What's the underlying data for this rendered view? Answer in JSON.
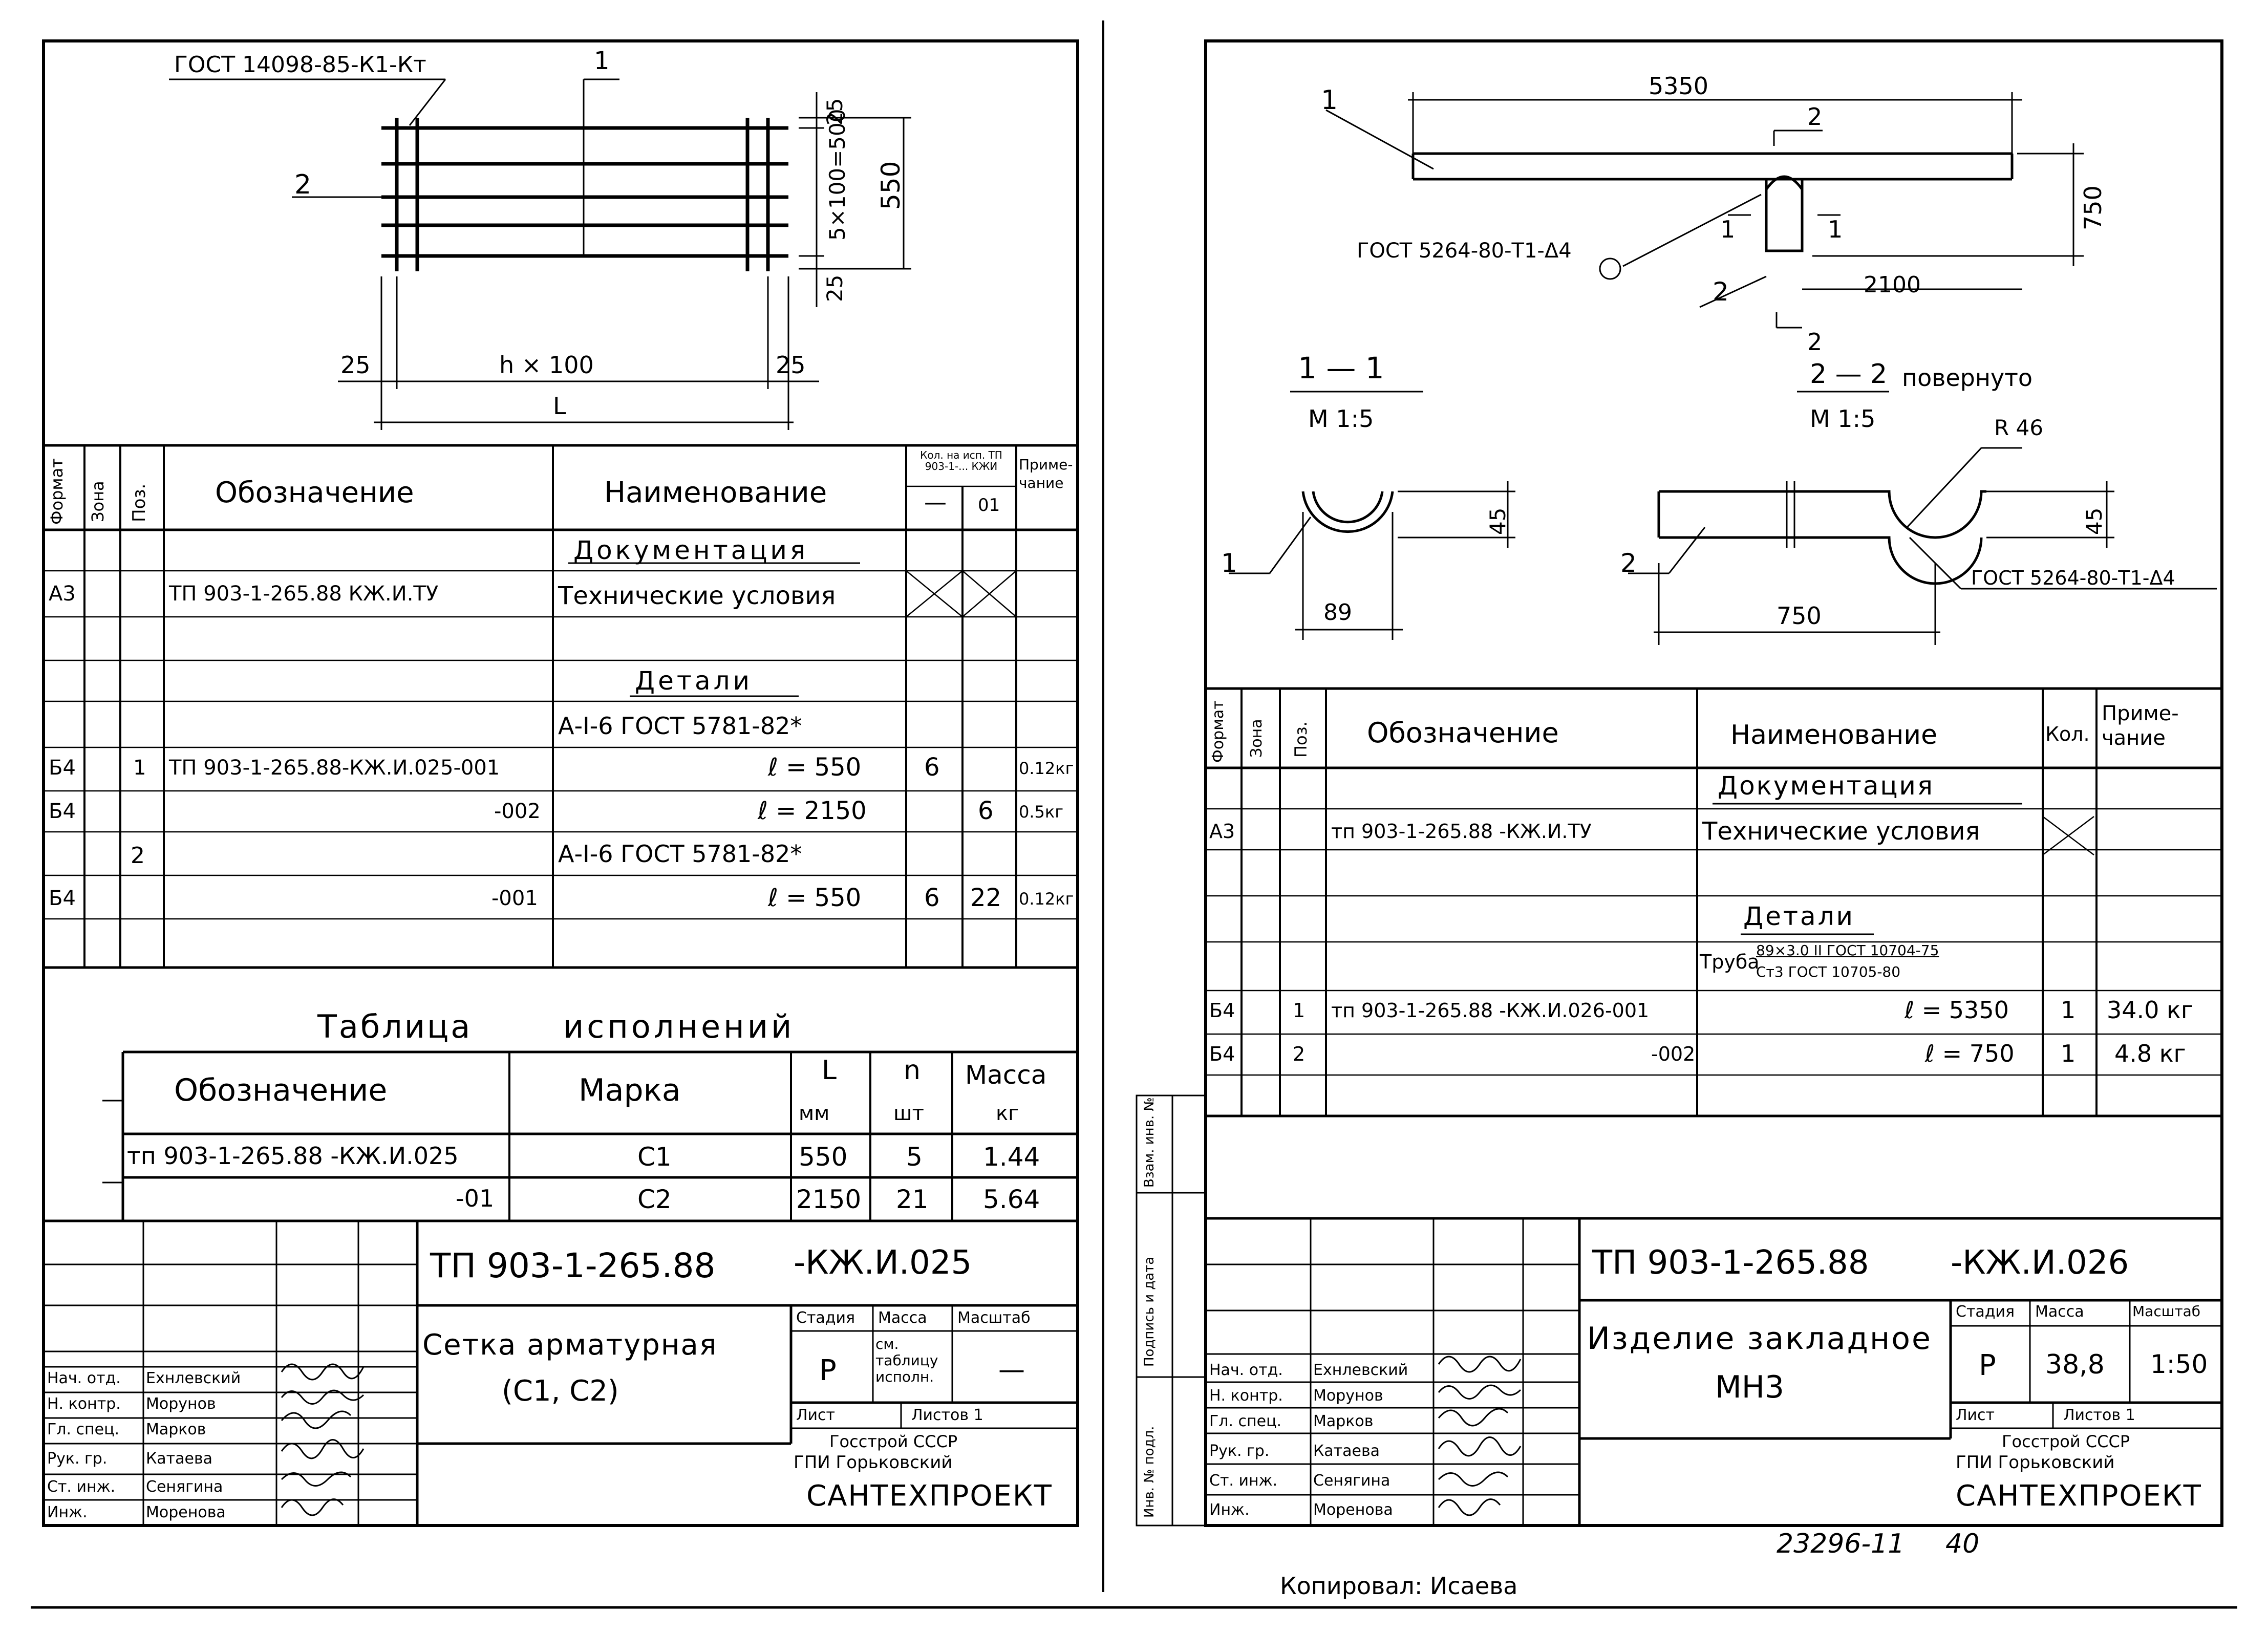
{
  "left_sheet": {
    "drawing": {
      "weld_note": "ГОСТ 14098-85-К1-Кт",
      "pos_1": "1",
      "pos_2": "2",
      "dim_top": "25",
      "dim_vertical_mid": "5×100=500",
      "dim_550": "550",
      "dim_bottom": "25",
      "dim_left_25": "25",
      "dim_h": "h × 100",
      "dim_right_25": "25",
      "dim_L": "L"
    },
    "spec": {
      "headers": {
        "format": "Формат",
        "zone": "Зона",
        "pos": "Поз.",
        "designation": "Обозначение",
        "name": "Наименование",
        "qty_group": "Кол. на исп. ТП 903-1-... КЖИ",
        "qty_a": "—",
        "qty_b": "01",
        "note": "Приме-чание"
      },
      "sections": {
        "documentation": "Документация",
        "details": "Детали"
      },
      "rows": [
        {
          "format": "А3",
          "pos": "",
          "designation": "ТП 903-1-265.88  КЖ.И.ТУ",
          "name": "Технические условия",
          "qa": "",
          "qb": "",
          "note": ""
        },
        {
          "format": "",
          "pos": "",
          "designation": "",
          "name": "А-I-6  ГОСТ 5781-82*",
          "qa": "",
          "qb": "",
          "note": ""
        },
        {
          "format": "Б4",
          "pos": "1",
          "designation": "ТП 903-1-265.88-КЖ.И.025-001",
          "name": "ℓ = 550",
          "qa": "6",
          "qb": "",
          "note": "0.12кг"
        },
        {
          "format": "Б4",
          "pos": "",
          "designation": "-002",
          "name": "ℓ = 2150",
          "qa": "",
          "qb": "6",
          "note": "0.5кг"
        },
        {
          "format": "",
          "pos": "2",
          "designation": "",
          "name": "А-I-6  ГОСТ 5781-82*",
          "qa": "",
          "qb": "",
          "note": ""
        },
        {
          "format": "Б4",
          "pos": "",
          "designation": "-001",
          "name": "ℓ = 550",
          "qa": "6",
          "qb": "22",
          "note": "0.12кг"
        }
      ]
    },
    "exec_table": {
      "title_a": "Таблица",
      "title_b": "исполнений",
      "headers": {
        "designation": "Обозначение",
        "mark": "Марка",
        "L": "L",
        "L_unit": "мм",
        "n": "n",
        "n_unit": "шт",
        "mass": "Масса",
        "mass_unit": "кг"
      },
      "rows": [
        {
          "designation": "тп 903-1-265.88 -КЖ.И.025",
          "mark": "С1",
          "L": "550",
          "n": "5",
          "mass": "1.44"
        },
        {
          "designation": "-01",
          "mark": "С2",
          "L": "2150",
          "n": "21",
          "mass": "5.64"
        }
      ]
    },
    "title_block": {
      "code": "ТП 903-1-265.88",
      "code_suffix": "-КЖ.И.025",
      "name_line1": "Сетка арматурная",
      "name_line2": "(С1, С2)",
      "stage_label": "Стадия",
      "mass_label": "Масса",
      "scale_label": "Масштаб",
      "stage": "Р",
      "mass_value": "см. таблицу исполн.",
      "scale_value": "—",
      "sheet_label": "Лист",
      "sheets_label": "Листов 1",
      "org1": "Госстрой СССР",
      "org2": "ГПИ Горьковский",
      "org3": "САНТЕХПРОЕКТ",
      "signers": [
        {
          "role": "Нач. отд.",
          "name": "Ехнлевский"
        },
        {
          "role": "Н. контр.",
          "name": "Морунов"
        },
        {
          "role": "Гл. спец.",
          "name": "Марков"
        },
        {
          "role": "Рук. гр.",
          "name": "Катаева"
        },
        {
          "role": "Ст. инж.",
          "name": "Сенягина"
        },
        {
          "role": "Инж.",
          "name": "Моренова"
        }
      ]
    }
  },
  "right_sheet": {
    "drawing": {
      "dim_5350": "5350",
      "pos_1": "1",
      "section_2_top": "2",
      "weld_note": "ГОСТ 5264-80-Т1-Δ4",
      "sec_1_left": "1",
      "sec_1_right": "1",
      "pos_2": "2",
      "dim_2100": "2100",
      "dim_750_v": "750",
      "section_2_bottom": "2",
      "view_1_title": "1 — 1",
      "view_1_scale": "М 1:5",
      "view_2_title": "2 — 2",
      "view_2_note": "повернуто",
      "view_2_scale": "М 1:5",
      "radius": "R 46",
      "dim_45_a": "45",
      "pos_1_b": "1",
      "dim_89": "89",
      "dim_45_b": "45",
      "pos_2_b": "2",
      "weld_note_2": "ГОСТ 5264-80-Т1-Δ4",
      "dim_750_h": "750"
    },
    "spec": {
      "headers": {
        "format": "Формат",
        "zone": "Зона",
        "pos": "Поз.",
        "designation": "Обозначение",
        "name": "Наименование",
        "qty": "Кол.",
        "note": "Приме-чание"
      },
      "sections": {
        "documentation": "Документация",
        "details": "Детали"
      },
      "pipe_prefix": "Труба",
      "pipe_top": "89×3.0 II ГОСТ 10704-75",
      "pipe_bottom": "Ст3      ГОСТ 10705-80",
      "rows": [
        {
          "format": "А3",
          "pos": "",
          "designation": "тп 903-1-265.88     -КЖ.И.ТУ",
          "name": "Технические условия",
          "qty": "",
          "note": ""
        },
        {
          "format": "Б4",
          "pos": "1",
          "designation": "тп 903-1-265.88  -КЖ.И.026-001",
          "name": "ℓ = 5350",
          "qty": "1",
          "note": "34.0 кг"
        },
        {
          "format": "Б4",
          "pos": "2",
          "designation": "-002",
          "name": "ℓ = 750",
          "qty": "1",
          "note": "4.8 кг"
        }
      ]
    },
    "title_block": {
      "code": "ТП 903-1-265.88",
      "code_suffix": "-КЖ.И.026",
      "name_line1": "Изделие закладное",
      "name_line2": "МН3",
      "stage_label": "Стадия",
      "mass_label": "Масса",
      "scale_label": "Масштаб",
      "stage": "Р",
      "mass_value": "38,8",
      "scale_value": "1:50",
      "sheet_label": "Лист",
      "sheets_label": "Листов 1",
      "org1": "Госстрой СССР",
      "org2": "ГПИ Горьковский",
      "org3": "САНТЕХПРОЕКТ",
      "signers": [
        {
          "role": "Нач. отд.",
          "name": "Ехнлевский"
        },
        {
          "role": "Н. контр.",
          "name": "Морунов"
        },
        {
          "role": "Гл. спец.",
          "name": "Марков"
        },
        {
          "role": "Рук. гр.",
          "name": "Катаева"
        },
        {
          "role": "Ст. инж.",
          "name": "Сенягина"
        },
        {
          "role": "Инж.",
          "name": "Моренова"
        }
      ],
      "side_labels": [
        "Инв. № подл.",
        "Подпись и дата",
        "Взам. инв. №"
      ]
    },
    "sheet_number": "23296-11",
    "page_number": "40"
  },
  "copied_by": "Копировал: Исаева"
}
